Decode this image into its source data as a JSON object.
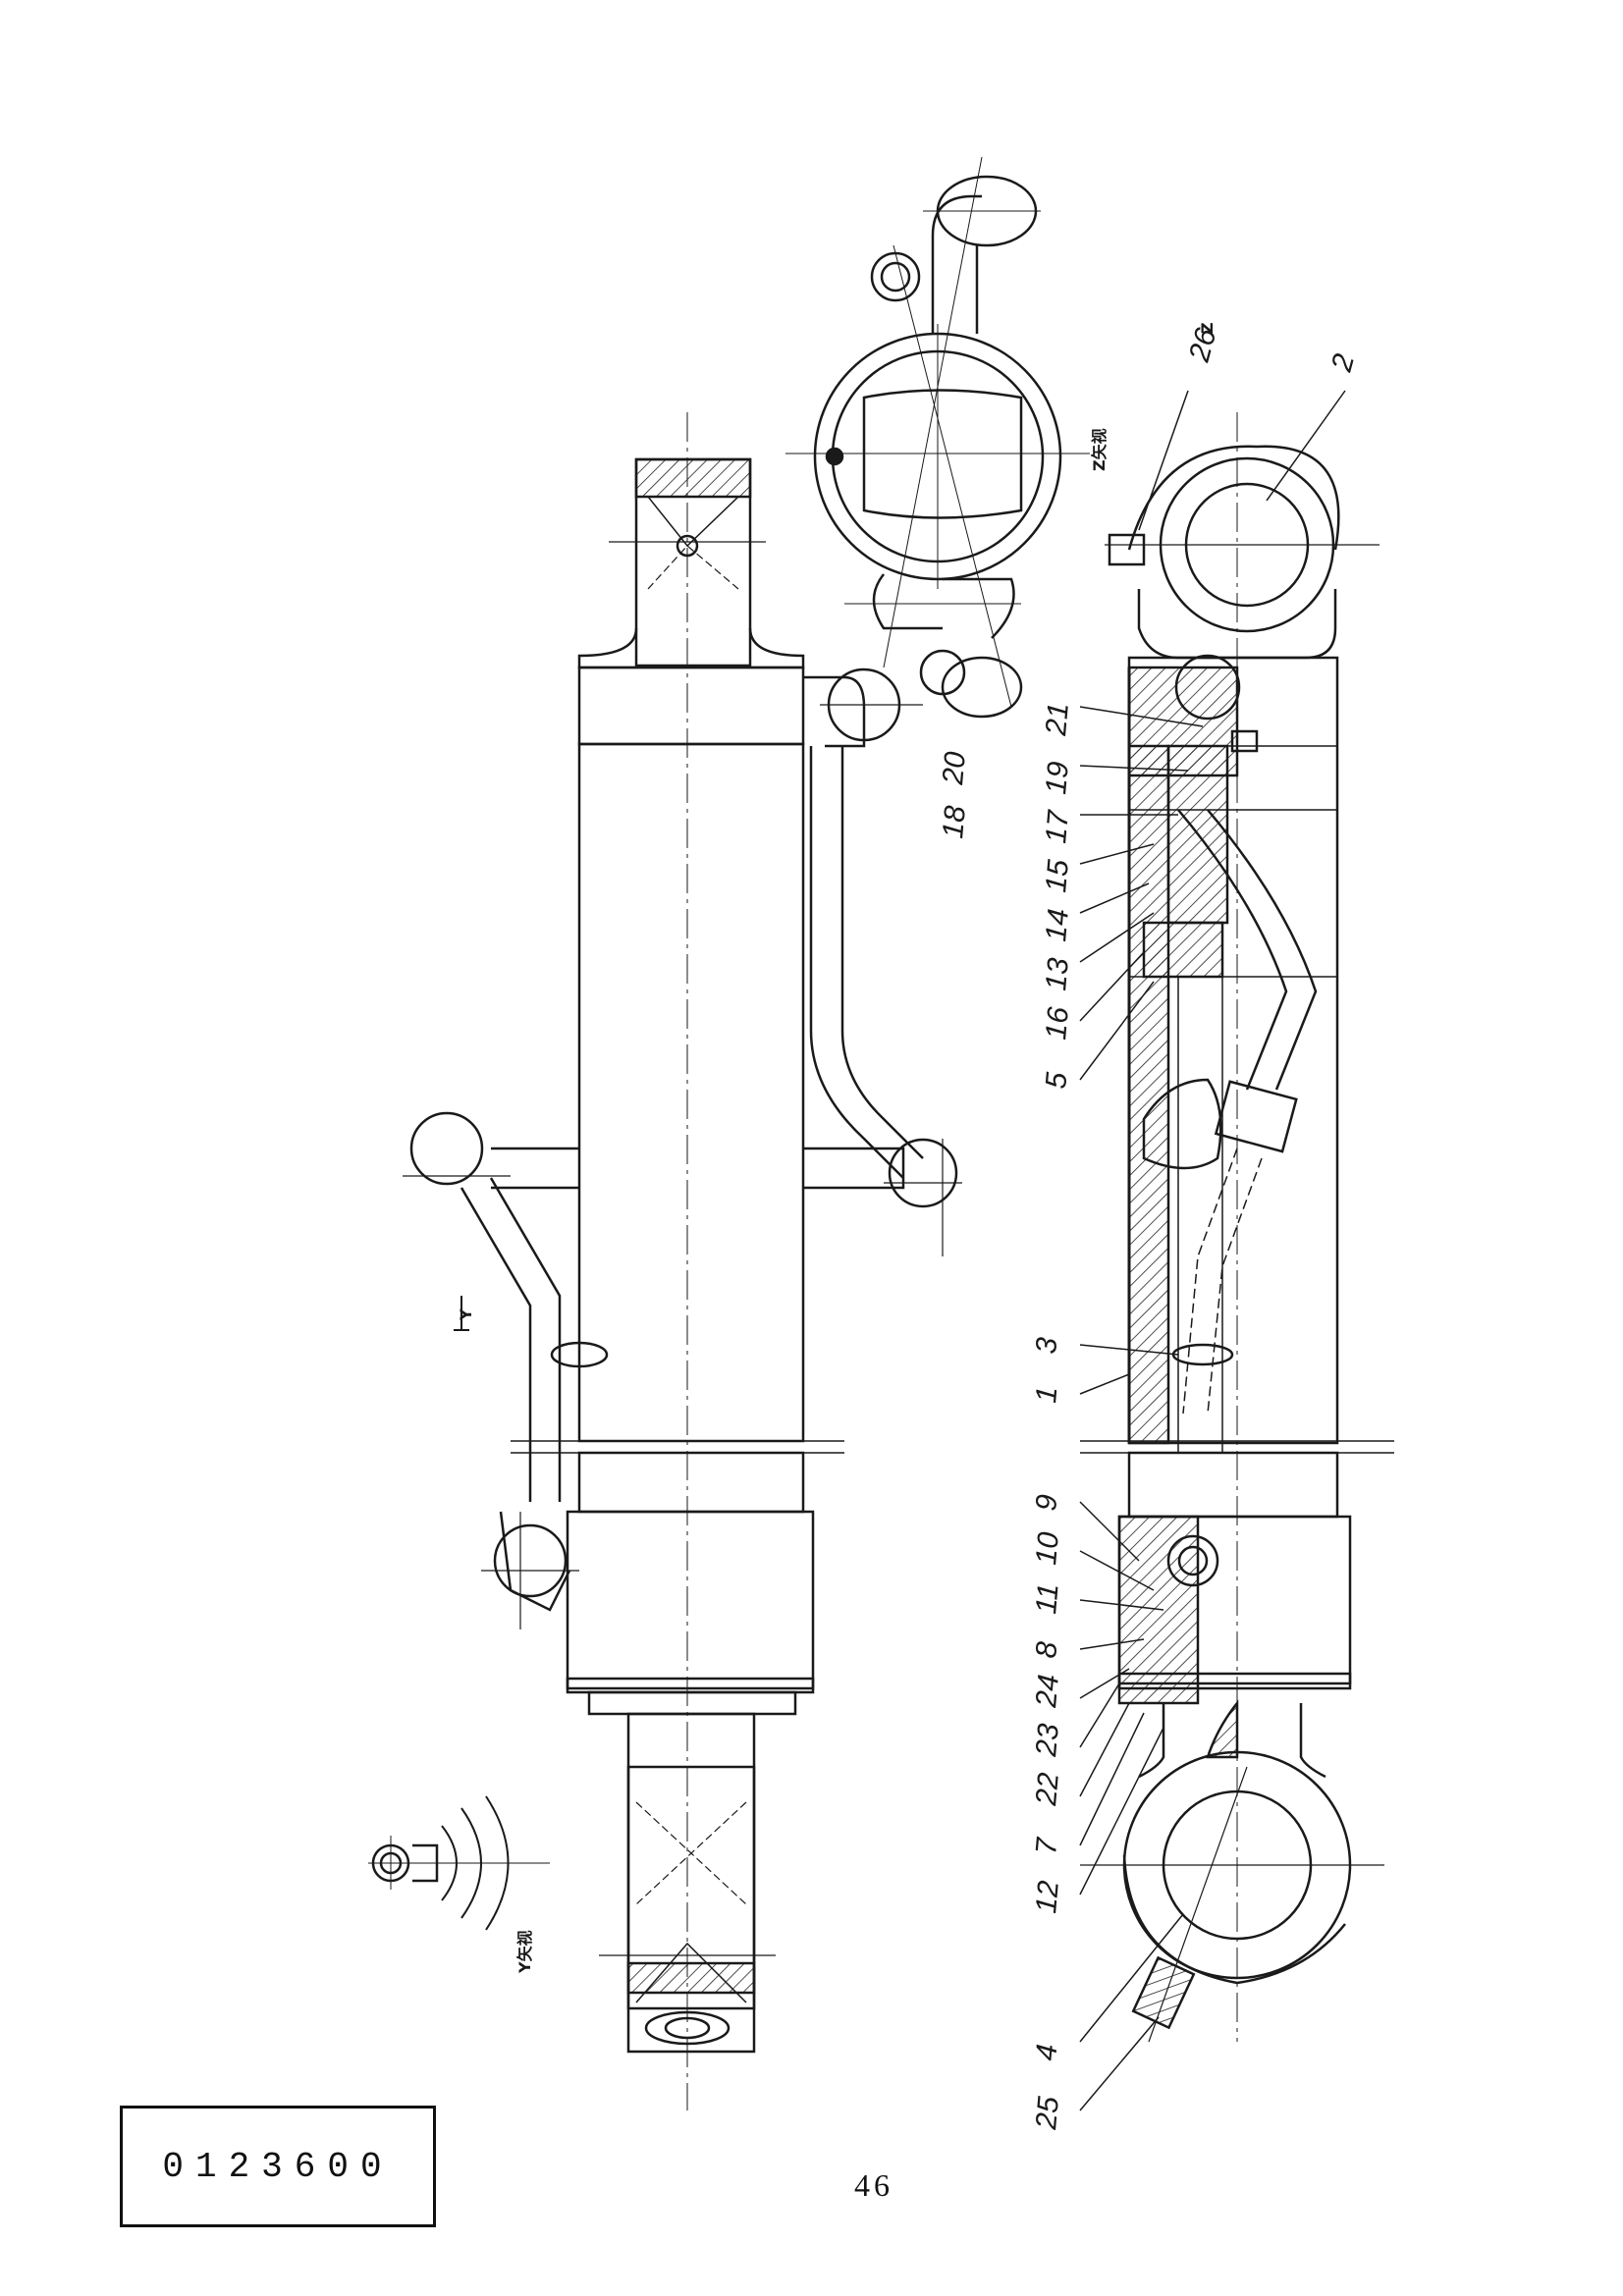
{
  "drawing": {
    "code": "0123600",
    "page_number": "46",
    "view_labels": {
      "y_view": "Y矢视",
      "z_view": "Z矢视",
      "y_marker": "Y",
      "z_marker": "Z"
    },
    "part_labels": [
      "2",
      "26",
      "21",
      "20",
      "19",
      "18",
      "17",
      "15",
      "14",
      "13",
      "16",
      "5",
      "3",
      "1",
      "9",
      "10",
      "11",
      "8",
      "24",
      "23",
      "22",
      "7",
      "12",
      "4",
      "25"
    ]
  }
}
